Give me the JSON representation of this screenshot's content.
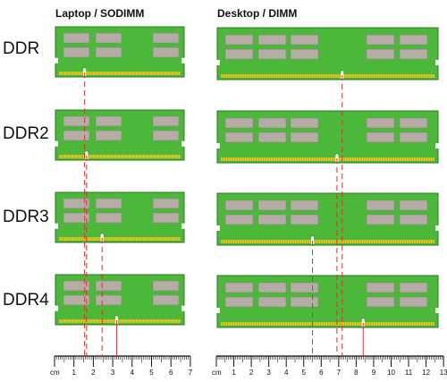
{
  "headers": {
    "laptop": "Laptop / SODIMM",
    "desktop": "Desktop / DIMM"
  },
  "rows": [
    {
      "label": "DDR",
      "laptop_notch_cm": 1.55,
      "desktop_notch_cm": 7.2
    },
    {
      "label": "DDR2",
      "laptop_notch_cm": 1.65,
      "desktop_notch_cm": 6.9
    },
    {
      "label": "DDR3",
      "laptop_notch_cm": 2.45,
      "desktop_notch_cm": 5.5
    },
    {
      "label": "DDR4",
      "laptop_notch_cm": 3.2,
      "desktop_notch_cm": 8.4
    }
  ],
  "rulers": {
    "laptop": {
      "unit_label": "cm",
      "ticks": [
        "1",
        "2",
        "3",
        "4",
        "5",
        "6",
        "7"
      ]
    },
    "desktop": {
      "unit_label": "cm",
      "ticks": [
        "1",
        "2",
        "3",
        "4",
        "5",
        "6",
        "7",
        "8",
        "9",
        "10",
        "11",
        "12",
        "13"
      ]
    }
  },
  "colors": {
    "pcb": "#4bb83a",
    "pcb_edge": "#2a7a1f",
    "chip": "#b4aca5",
    "chip_edge": "#8b8580",
    "contacts": "#d8cf2a",
    "guide_line": "#e03030"
  }
}
